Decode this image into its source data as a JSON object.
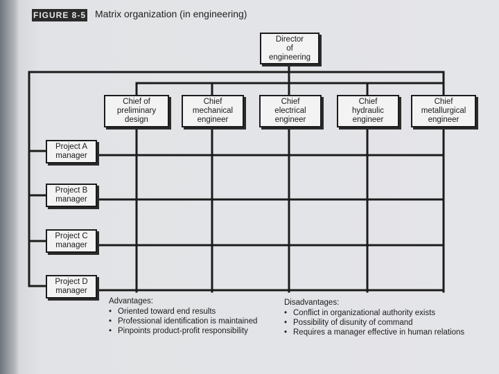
{
  "figure": {
    "label": "FIGURE 8-5",
    "title": "Matrix organization (in engineering)"
  },
  "director": {
    "label": "Director\nof\nengineering"
  },
  "chiefs": [
    {
      "label": "Chief of\npreliminary\ndesign"
    },
    {
      "label": "Chief\nmechanical\nengineer"
    },
    {
      "label": "Chief\nelectrical\nengineer"
    },
    {
      "label": "Chief\nhydraulic\nengineer"
    },
    {
      "label": "Chief\nmetallurgical\nengineer"
    }
  ],
  "projects": [
    {
      "label": "Project A\nmanager"
    },
    {
      "label": "Project B\nmanager"
    },
    {
      "label": "Project C\nmanager"
    },
    {
      "label": "Project D\nmanager"
    }
  ],
  "advantages": {
    "title": "Advantages:",
    "items": [
      "Oriented toward end results",
      "Professional identification is maintained",
      "Pinpoints product-profit responsibility"
    ]
  },
  "disadvantages": {
    "title": "Disadvantages:",
    "items": [
      "Conflict in organizational authority exists",
      "Possibility of disunity of command",
      "Requires a manager effective in human relations"
    ]
  },
  "colors": {
    "line": "#1b1b1b",
    "box_fill": "#f3f3f3",
    "paper": "#e4e5e8"
  }
}
